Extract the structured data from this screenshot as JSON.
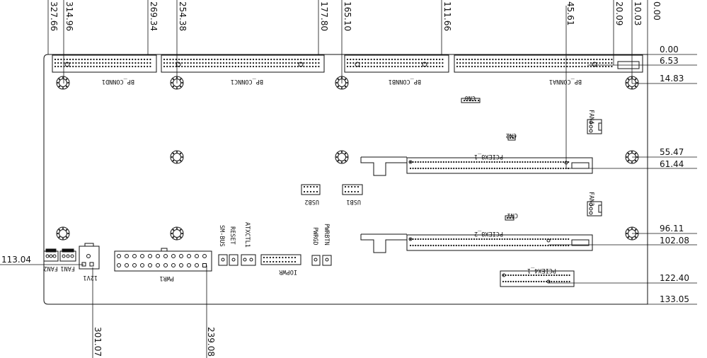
{
  "dims": {
    "top": [
      "327.66",
      "314.96",
      "269.34",
      "254.38",
      "177.80",
      "165.10",
      "111.66",
      "45.61",
      "20.09",
      "10.03",
      "0.00"
    ],
    "right": [
      "0.00",
      "6.53",
      "14.83",
      "55.47",
      "61.44",
      "96.11",
      "102.08",
      "122.40",
      "133.05"
    ],
    "left": [
      "113.04"
    ],
    "bottom": [
      "301.07",
      "239.08"
    ]
  },
  "connectors": {
    "bp_connd": "BP_CONND1",
    "bp_connc": "BP_CONNC1",
    "bp_connb": "BP_CONNB1",
    "bp_conna": "BP_CONNA1",
    "pciex8_1": "PCIEX8_1",
    "pciex8_2": "PCIEX8_2",
    "pciex4_1": "PCIEX4_1",
    "cn0": "CN0",
    "cn2": "CN2",
    "cn1": "CN1",
    "fan4": "FAN4",
    "fan3": "FAN3",
    "fan1": "FAN1",
    "fan2": "FAN2",
    "usb1": "USB1",
    "usb2": "USB2",
    "v12": "12V1",
    "pwr1": "PWR1",
    "iopwr": "IOPWR",
    "smbus": "SM-BUS",
    "reset": "RESET",
    "atxctl": "ATXCTL1",
    "pwrgd": "PWRGD",
    "pwrbtn": "PWRBTN"
  }
}
